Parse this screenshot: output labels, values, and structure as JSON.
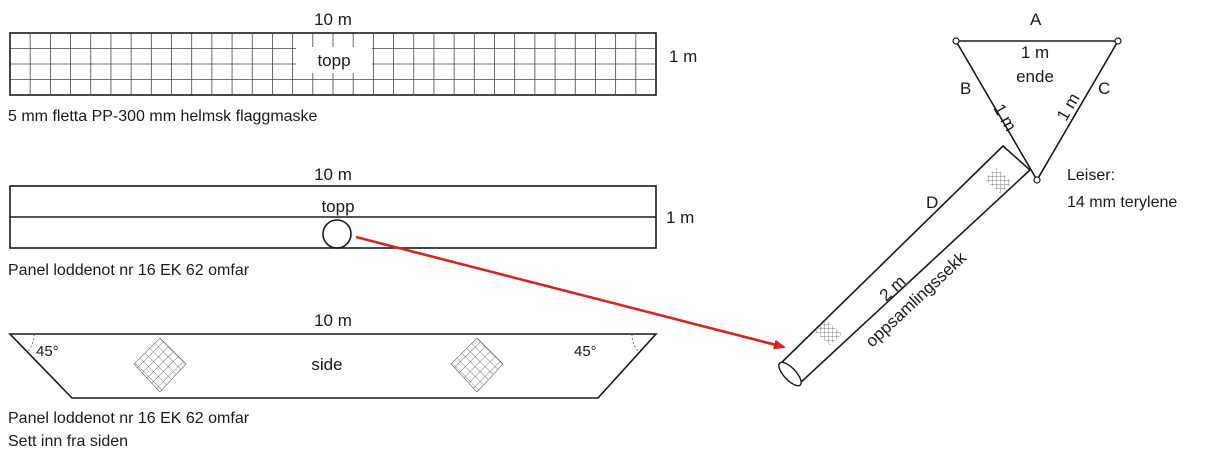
{
  "panel_top": {
    "dim_width": "10 m",
    "dim_height": "1 m",
    "label": "topp",
    "caption": "5 mm fletta PP-300 mm helmsk flaggmaske"
  },
  "panel_middle": {
    "dim_width": "10 m",
    "dim_height": "1 m",
    "label": "topp",
    "caption": "Panel loddenot nr 16 EK 62 omfar"
  },
  "panel_side": {
    "dim_width": "10 m",
    "label": "side",
    "angle_left": "45°",
    "angle_right": "45°",
    "caption_line1": "Panel loddenot nr 16 EK 62 omfar",
    "caption_line2": "Sett inn fra siden"
  },
  "triangle": {
    "edge_a": "A",
    "edge_b": "B",
    "edge_c": "C",
    "edge_d": "D",
    "top_dim": "1 m",
    "label": "ende",
    "side_left_dim": "1 m",
    "side_right_dim": "1 m"
  },
  "tube": {
    "length": "2 m",
    "label": "oppsamlingssekk"
  },
  "leiser": {
    "line1": "Leiser:",
    "line2": "14 mm terylene"
  },
  "colors": {
    "arrow": "#d7261e",
    "stroke": "#1a1a1a"
  }
}
